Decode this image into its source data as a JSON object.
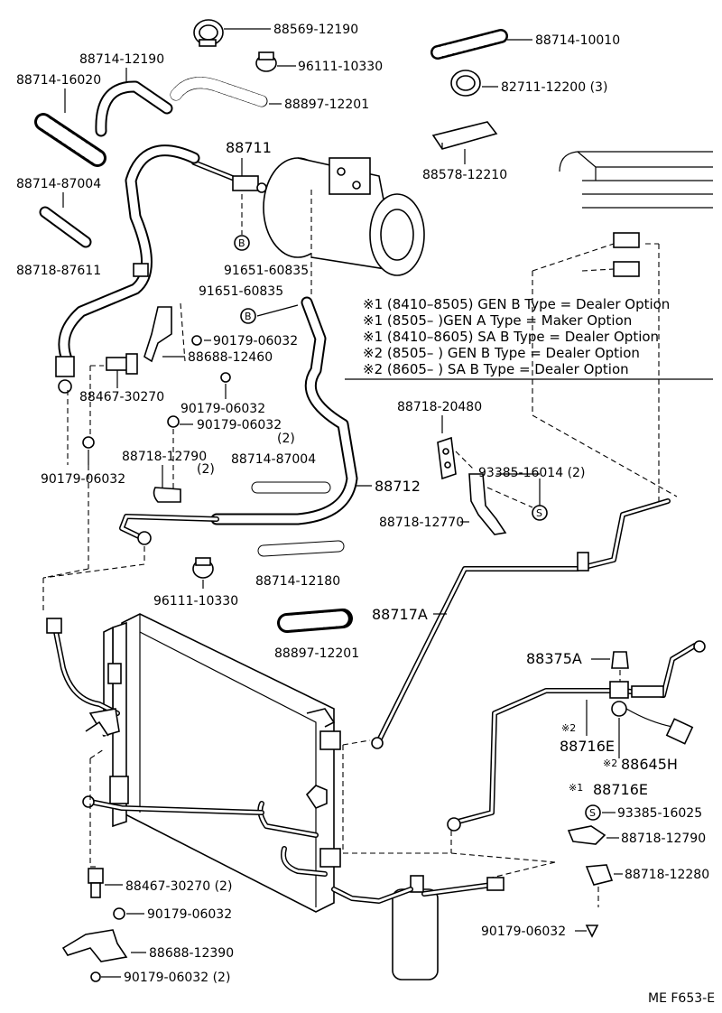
{
  "diagram_code": "ME F653-E",
  "parts": {
    "p88569_12190": "88569-12190",
    "p96111_10330_top": "96111-10330",
    "p88714_10010": "88714-10010",
    "p88714_12190": "88714-12190",
    "p88714_16020": "88714-16020",
    "p82711_12200": "82711-12200 (3)",
    "p88897_12201_top": "88897-12201",
    "p88711": "88711",
    "p88578_12210": "88578-12210",
    "p88714_87004_top": "88714-87004",
    "p88718_87611": "88718-87611",
    "p91651_60835_a": "91651-60835",
    "p91651_60835_b": "91651-60835",
    "p90179_06032_a": "90179-06032",
    "p88688_12460": "88688-12460",
    "p88467_30270_top": "88467-30270",
    "p90179_06032_b": "90179-06032",
    "p90179_06032_c": "90179-06032",
    "p90179_06032_c_qty": "(2)",
    "p88718_12790_top": "88718-12790",
    "p88718_12790_top_qty": "(2)",
    "p90179_06032_d": "90179-06032",
    "p88714_87004_mid": "88714-87004",
    "p88712": "88712",
    "p88718_20480": "88718-20480",
    "p93385_16014": "93385-16014 (2)",
    "p88718_12770": "88718-12770",
    "p96111_10330_mid": "96111-10330",
    "p88714_12180": "88714-12180",
    "p88717A": "88717A",
    "p88897_12201_mid": "88897-12201",
    "p88375A": "88375A",
    "p88716E_a": "88716E",
    "p88645H": "88645H",
    "p88716E_b": "88716E",
    "p93385_16025": "93385-16025",
    "p88718_12790_bot": "88718-12790",
    "p88718_12280": "88718-12280",
    "p88467_30270_bot": "88467-30270 (2)",
    "p90179_06032_e": "90179-06032",
    "p88688_12390": "88688-12390",
    "p90179_06032_f": "90179-06032 (2)",
    "p90179_06032_g": "90179-06032"
  },
  "markers": {
    "b": "B",
    "s": "S",
    "note1": "※1",
    "note2": "※2",
    "star2": "※2",
    "star1": "※1"
  },
  "options": [
    {
      "mark": "※1",
      "range": "(8410–8505)",
      "desc": "GEN B Type = Dealer Option"
    },
    {
      "mark": "※1",
      "range": "(8505–",
      "desc": ")GEN A Type = Maker Option"
    },
    {
      "mark": "※1",
      "range": "(8410–8605)",
      "desc": "SA B Type = Dealer Option"
    },
    {
      "mark": "※2",
      "range": "(8505–",
      "desc": ") GEN B Type = Dealer Option"
    },
    {
      "mark": "※2",
      "range": "(8605–",
      "desc": ") SA B Type = Dealer Option"
    }
  ]
}
